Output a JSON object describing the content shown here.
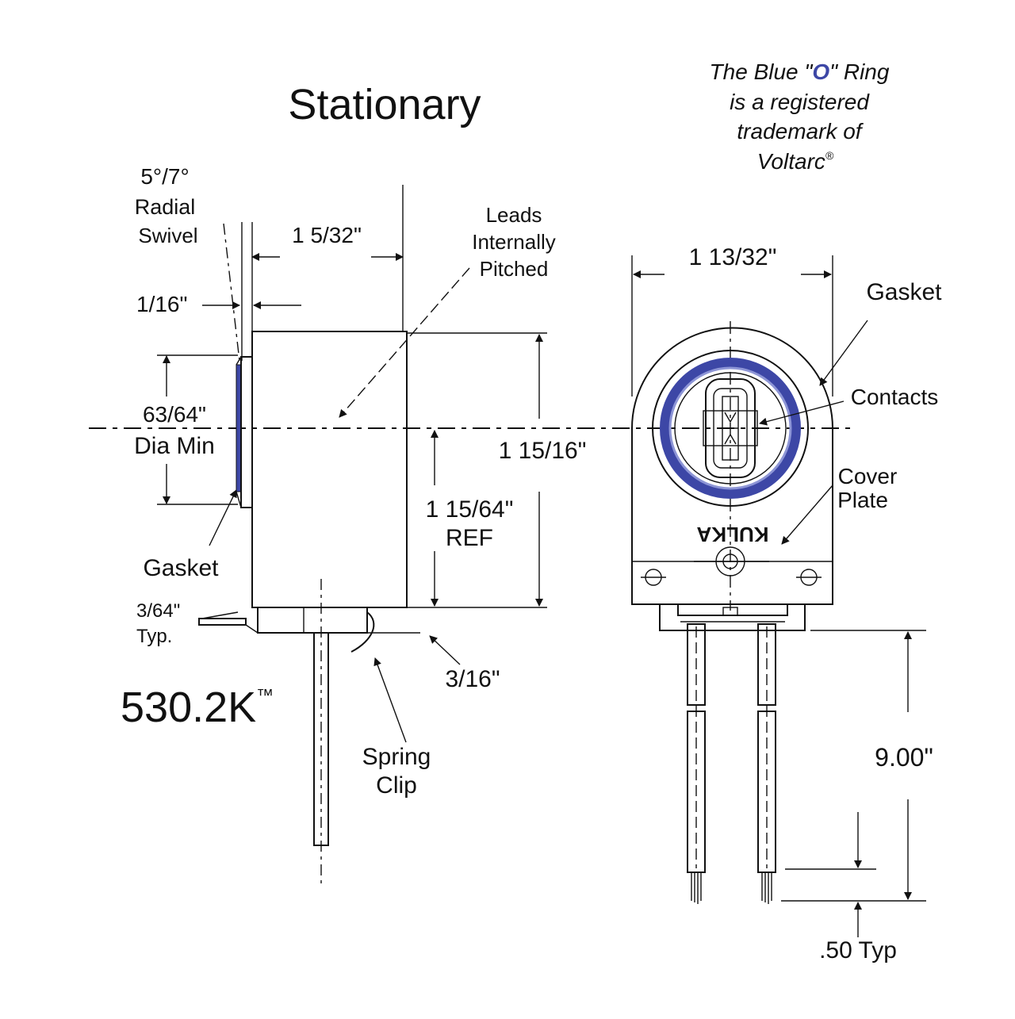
{
  "title": "Stationary",
  "model": "530.2K",
  "model_mark": "™",
  "trademark_note": {
    "line1_a": "The Blue \"",
    "line1_o": "O",
    "line1_b": "\" Ring",
    "line2": "is a registered",
    "line3": "trademark of",
    "line4": "Voltarc",
    "line4_mark": "®"
  },
  "side_view": {
    "swivel_line1": "5°/7°",
    "swivel_line2": "Radial",
    "swivel_line3": "Swivel",
    "dim_depth": "1 5/32\"",
    "dim_offset": "1/16\"",
    "dim_gasket_dia_1": "63/64\"",
    "dim_gasket_dia_2": "Dia Min",
    "gasket_label": "Gasket",
    "dim_plate_1": "3/64\"",
    "dim_plate_2": "Typ.",
    "leads_1": "Leads",
    "leads_2": "Internally",
    "leads_3": "Pitched",
    "dim_height": "1 15/16\"",
    "dim_center_1": "1 15/64\"",
    "dim_center_2": "REF",
    "dim_clip": "3/16\"",
    "spring_clip_1": "Spring",
    "spring_clip_2": "Clip"
  },
  "front_view": {
    "dim_width": "1 13/32\"",
    "gasket_label": "Gasket",
    "contacts_label": "Contacts",
    "cover_plate_1": "Cover",
    "cover_plate_2": "Plate",
    "brand_mark": "KULKA",
    "dim_lead_length": "9.00\"",
    "dim_strip": ".50 Typ"
  },
  "colors": {
    "o_ring": "#3d47a6",
    "o_ring_highlight": "#8d95d6",
    "ink": "#111111"
  }
}
